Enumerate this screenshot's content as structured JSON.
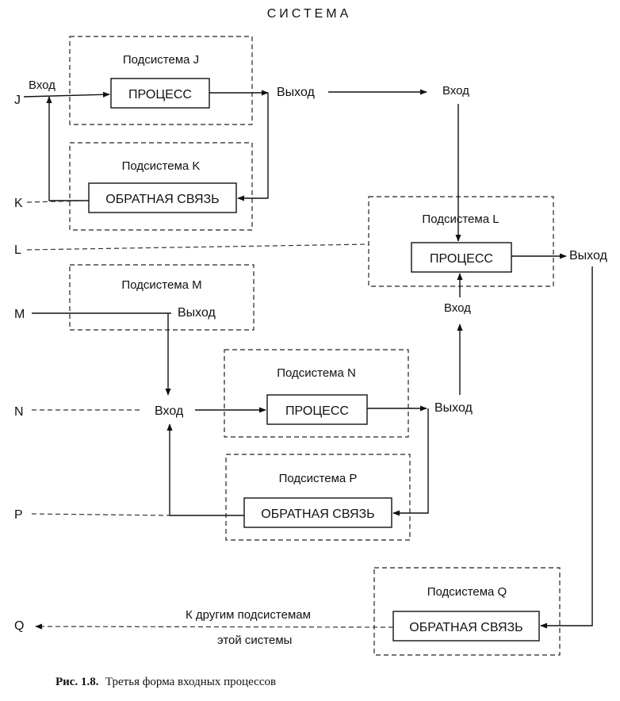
{
  "title": "СИСТЕМА",
  "subsystems": {
    "J": {
      "label": "Подсистема J",
      "box": "ПРОЦЕСС"
    },
    "K": {
      "label": "Подсистема K",
      "box": "ОБРАТНАЯ СВЯЗЬ"
    },
    "L": {
      "label": "Подсистема L",
      "box": "ПРОЦЕСС"
    },
    "M": {
      "label": "Подсистема M"
    },
    "N": {
      "label": "Подсистема N",
      "box": "ПРОЦЕСС"
    },
    "P": {
      "label": "Подсистема P",
      "box": "ОБРАТНАЯ СВЯЗЬ"
    },
    "Q": {
      "label": "Подсистема Q",
      "box": "ОБРАТНАЯ СВЯЗЬ"
    }
  },
  "left_labels": {
    "J": "J",
    "K": "K",
    "L": "L",
    "M": "M",
    "N": "N",
    "P": "P",
    "Q": "Q"
  },
  "io": {
    "j_in": "Вход",
    "j_out": "Выход",
    "l_in_top": "Вход",
    "l_out": "Выход",
    "l_in_bottom": "Вход",
    "m_out": "Выход",
    "n_in": "Вход",
    "n_out": "Выход",
    "q_note_1": "К другим подсистемам",
    "q_note_2": "этой системы"
  },
  "caption": {
    "prefix": "Рис. 1.8.",
    "text": "Третья форма входных процессов"
  }
}
